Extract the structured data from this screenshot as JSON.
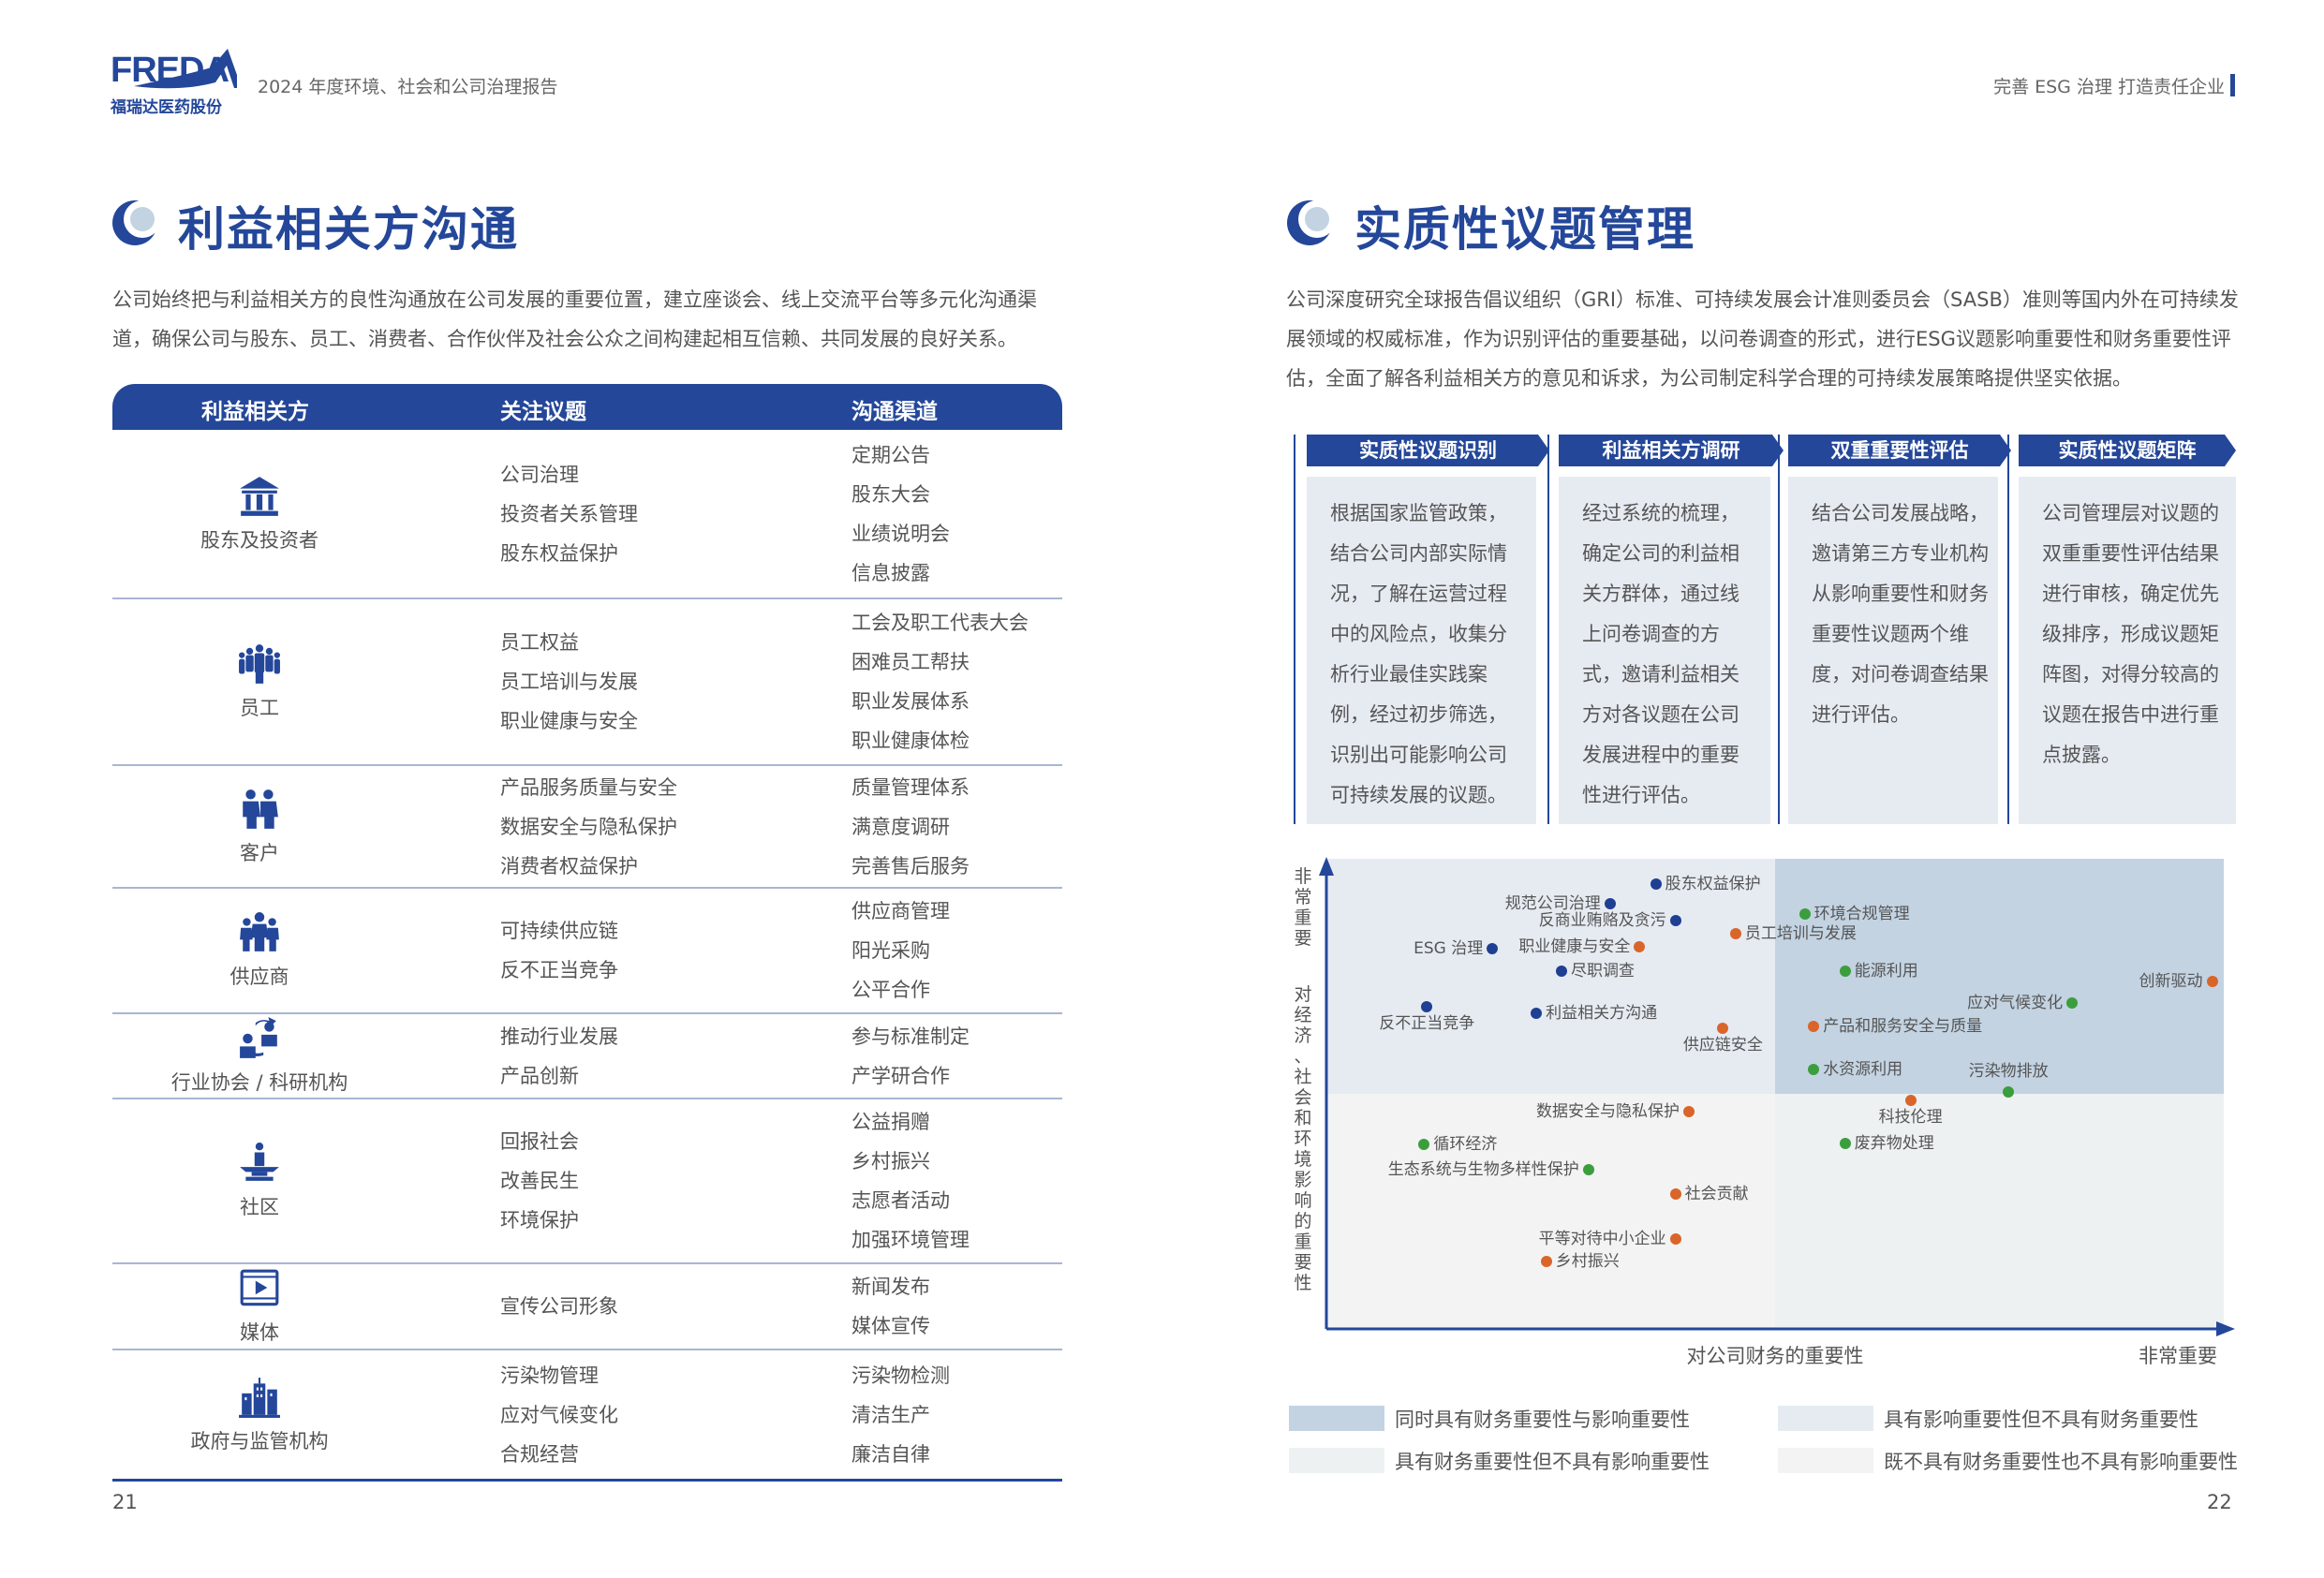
{
  "header": {
    "logo_en": "FREDA",
    "logo_cn": "福瑞达医药股份",
    "report_title": "2024 年度环境、社会和公司治理报告",
    "right_title": "完善 ESG 治理  打造责任企业"
  },
  "colors": {
    "brand": "#24479a",
    "blue_dot": "#1f3f93",
    "orange_dot": "#d9652a",
    "green_dot": "#3a9e3c",
    "q_both": "#c3d3e2",
    "q_impact": "#e6ebf2",
    "q_financial": "#edf1f2",
    "q_neither": "#f3f3f3"
  },
  "left": {
    "title": "利益相关方沟通",
    "intro": [
      "公司始终把与利益相关方的良性沟通放在公司发展的重要位置，建立座谈会、线上交流平台等多元化沟通渠",
      "道，确保公司与股东、员工、消费者、合作伙伴及社会公众之间构建起相互信赖、共同发展的良好关系。"
    ],
    "table": {
      "headers": [
        "利益相关方",
        "关注议题",
        "沟通渠道"
      ],
      "rows": [
        {
          "icon": "bank-icon",
          "stakeholder": "股东及投资者",
          "topics": [
            "公司治理",
            "投资者关系管理",
            "股东权益保护"
          ],
          "channels": [
            "定期公告",
            "股东大会",
            "业绩说明会",
            "信息披露"
          ]
        },
        {
          "icon": "employees-icon",
          "stakeholder": "员工",
          "topics": [
            "员工权益",
            "员工培训与发展",
            "职业健康与安全"
          ],
          "channels": [
            "工会及职工代表大会",
            "困难员工帮扶",
            "职业发展体系",
            "职业健康体检"
          ]
        },
        {
          "icon": "customers-icon",
          "stakeholder": "客户",
          "topics": [
            "产品服务质量与安全",
            "数据安全与隐私保护",
            "消费者权益保护"
          ],
          "channels": [
            "质量管理体系",
            "满意度调研",
            "完善售后服务"
          ]
        },
        {
          "icon": "suppliers-icon",
          "stakeholder": "供应商",
          "topics": [
            "可持续供应链",
            "反不正当竞争"
          ],
          "channels": [
            "供应商管理",
            "阳光采购",
            "公平合作"
          ]
        },
        {
          "icon": "association-icon",
          "stakeholder": "行业协会 / 科研机构",
          "topics": [
            "推动行业发展",
            "产品创新"
          ],
          "channels": [
            "参与标准制定",
            "产学研合作"
          ]
        },
        {
          "icon": "community-icon",
          "stakeholder": "社区",
          "topics": [
            "回报社会",
            "改善民生",
            "环境保护"
          ],
          "channels": [
            "公益捐赠",
            "乡村振兴",
            "志愿者活动",
            "加强环境管理"
          ]
        },
        {
          "icon": "media-icon",
          "stakeholder": "媒体",
          "topics": [
            "宣传公司形象"
          ],
          "channels": [
            "新闻发布",
            "媒体宣传"
          ]
        },
        {
          "icon": "government-icon",
          "stakeholder": "政府与监管机构",
          "topics": [
            "污染物管理",
            "应对气候变化",
            "合规经营"
          ],
          "channels": [
            "污染物检测",
            "清洁生产",
            "廉洁自律"
          ]
        }
      ]
    },
    "page_number": "21"
  },
  "right": {
    "title": "实质性议题管理",
    "intro": [
      "公司深度研究全球报告倡议组织（GRI）标准、可持续发展会计准则委员会（SASB）准则等国内外在可持续发",
      "展领域的权威标准，作为识别评估的重要基础，以问卷调查的形式，进行ESG议题影响重要性和财务重要性评",
      "估，全面了解各利益相关方的意见和诉求，为公司制定科学合理的可持续发展策略提供坚实依据。"
    ],
    "process": [
      {
        "title": "实质性议题识别",
        "lines": [
          "根据国家监管政策，",
          "结合公司内部实际情",
          "况，了解在运营过程",
          "中的风险点，收集分",
          "析行业最佳实践案",
          "例，经过初步筛选，",
          "识别出可能影响公司",
          "可持续发展的议题。"
        ]
      },
      {
        "title": "利益相关方调研",
        "lines": [
          "经过系统的梳理，",
          "确定公司的利益相",
          "关方群体，通过线",
          "上问卷调查的方",
          "式，邀请利益相关",
          "方对各议题在公司",
          "发展进程中的重要",
          "性进行评估。"
        ]
      },
      {
        "title": "双重重要性评估",
        "lines": [
          "结合公司发展战略，",
          "邀请第三方专业机构",
          "从影响重要性和财务",
          "重要性议题两个维",
          "度，对问卷调查结果",
          "进行评估。"
        ]
      },
      {
        "title": "实质性议题矩阵",
        "lines": [
          "公司管理层对议题的",
          "双重重要性评估结果",
          "进行审核，确定优先",
          "级排序，形成议题矩",
          "阵图，对得分较高的",
          "议题在报告中进行重",
          "点披露。"
        ]
      }
    ],
    "page_number": "22"
  },
  "chart_data": {
    "type": "scatter",
    "title": "实质性议题矩阵",
    "xlabel": "对公司财务的重要性",
    "xlabel_end": "非常重要",
    "ylabel": "对经济、社会和环境影响的重要性",
    "ylabel_end": "非常重要",
    "xlim": [
      0,
      100
    ],
    "ylim": [
      0,
      100
    ],
    "quadrant_split": [
      50,
      50
    ],
    "legend": [
      {
        "label": "同时具有财务重要性与影响重要性",
        "color": "#c3d3e2"
      },
      {
        "label": "具有影响重要性但不具有财务重要性",
        "color": "#e6ebf2"
      },
      {
        "label": "具有财务重要性但不具有影响重要性",
        "color": "#edf1f2"
      },
      {
        "label": "既不具有财务重要性也不具有影响重要性",
        "color": "#f3f3f3"
      }
    ],
    "points": [
      {
        "label": "股东权益保护",
        "x": 36.7,
        "y": 94.6,
        "group": "blue",
        "label_pos": "right"
      },
      {
        "label": "规范公司治理",
        "x": 31.6,
        "y": 90.4,
        "group": "blue",
        "label_pos": "left"
      },
      {
        "label": "反商业贿赂及贪污",
        "x": 38.9,
        "y": 86.9,
        "group": "blue",
        "label_pos": "left"
      },
      {
        "label": "员工培训与发展",
        "x": 45.6,
        "y": 84.1,
        "group": "orange",
        "label_pos": "right"
      },
      {
        "label": "环境合规管理",
        "x": 53.3,
        "y": 88.2,
        "group": "green",
        "label_pos": "right"
      },
      {
        "label": "ESG 治理",
        "x": 18.5,
        "y": 80.9,
        "group": "blue",
        "label_pos": "left"
      },
      {
        "label": "职业健康与安全",
        "x": 34.9,
        "y": 81.2,
        "group": "orange",
        "label_pos": "left"
      },
      {
        "label": "尽职调查",
        "x": 26.2,
        "y": 76.1,
        "group": "blue",
        "label_pos": "right"
      },
      {
        "label": "能源利用",
        "x": 57.8,
        "y": 76.1,
        "group": "green",
        "label_pos": "right"
      },
      {
        "label": "创新驱动",
        "x": 98.7,
        "y": 73.9,
        "group": "orange",
        "label_pos": "left"
      },
      {
        "label": "应对气候变化",
        "x": 83.1,
        "y": 69.4,
        "group": "green",
        "label_pos": "left"
      },
      {
        "label": "反不正当竞争",
        "x": 11.2,
        "y": 68.5,
        "group": "blue",
        "label_pos": "below"
      },
      {
        "label": "利益相关方沟通",
        "x": 23.4,
        "y": 67.2,
        "group": "blue",
        "label_pos": "right"
      },
      {
        "label": "供应链安全",
        "x": 44.2,
        "y": 64.0,
        "group": "orange",
        "label_pos": "below"
      },
      {
        "label": "产品和服务安全与质量",
        "x": 54.3,
        "y": 64.3,
        "group": "orange",
        "label_pos": "right"
      },
      {
        "label": "水资源利用",
        "x": 54.3,
        "y": 55.1,
        "group": "green",
        "label_pos": "right"
      },
      {
        "label": "污染物排放",
        "x": 76.0,
        "y": 50.3,
        "group": "green",
        "label_pos": "above"
      },
      {
        "label": "科技伦理",
        "x": 65.1,
        "y": 48.7,
        "group": "orange",
        "label_pos": "below"
      },
      {
        "label": "数据安全与隐私保护",
        "x": 40.4,
        "y": 46.2,
        "group": "orange",
        "label_pos": "left"
      },
      {
        "label": "循环经济",
        "x": 10.9,
        "y": 39.2,
        "group": "green",
        "label_pos": "right"
      },
      {
        "label": "废弃物处理",
        "x": 57.8,
        "y": 39.5,
        "group": "green",
        "label_pos": "right"
      },
      {
        "label": "生态系统与生物多样性保护",
        "x": 29.2,
        "y": 33.8,
        "group": "green",
        "label_pos": "left"
      },
      {
        "label": "社会贡献",
        "x": 38.9,
        "y": 28.7,
        "group": "orange",
        "label_pos": "right"
      },
      {
        "label": "平等对待中小企业",
        "x": 38.9,
        "y": 19.1,
        "group": "orange",
        "label_pos": "left"
      },
      {
        "label": "乡村振兴",
        "x": 24.5,
        "y": 14.3,
        "group": "orange",
        "label_pos": "right"
      }
    ]
  }
}
